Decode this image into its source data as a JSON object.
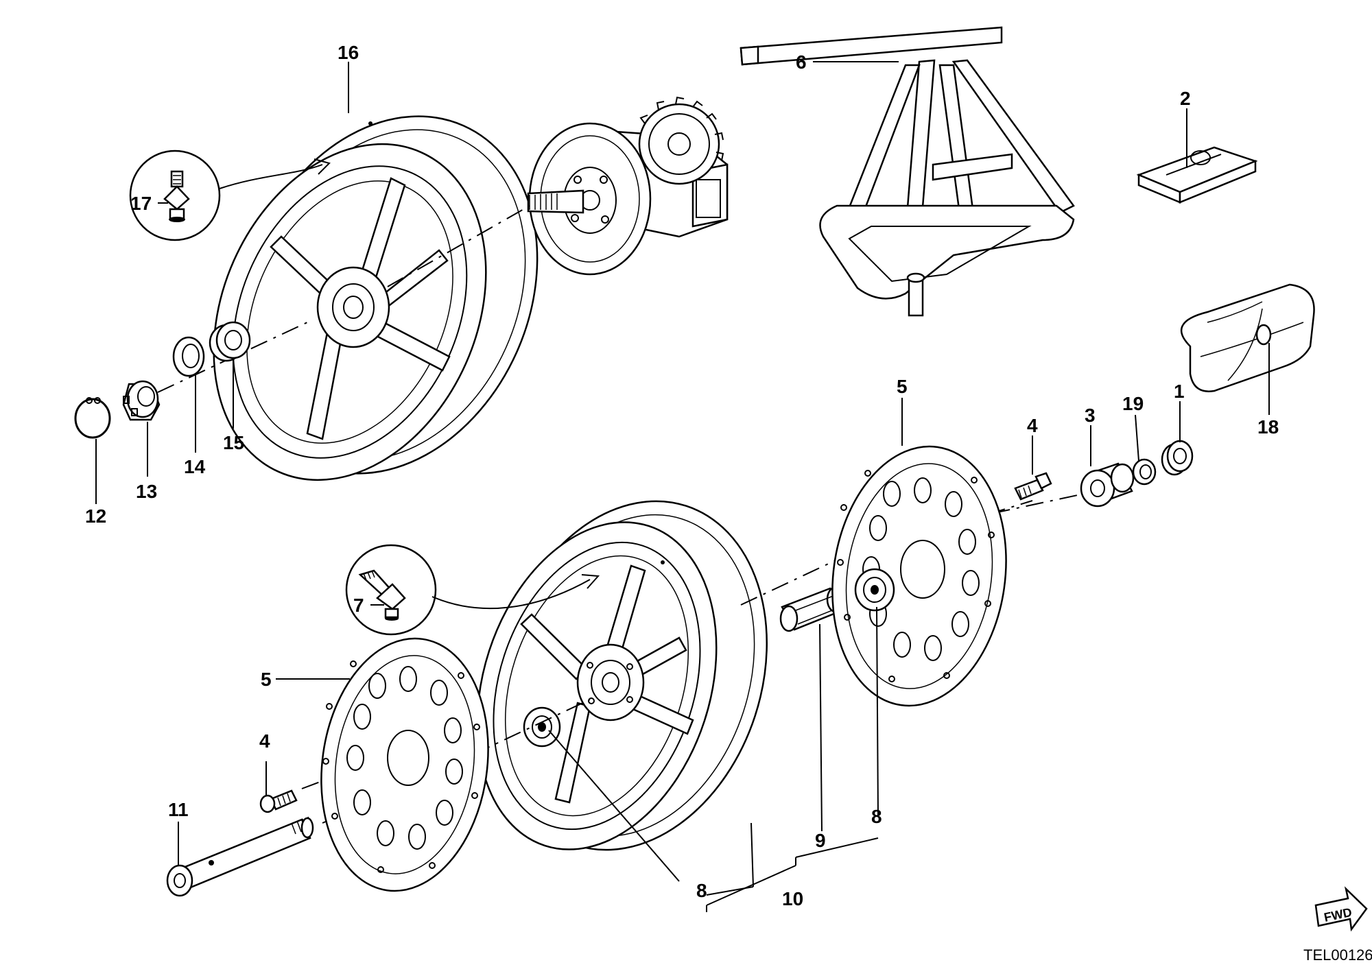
{
  "diagram": {
    "drawing_code": "TEL00126",
    "fwd_label": "FWD",
    "callouts": [
      {
        "id": "c16",
        "text": "16"
      },
      {
        "id": "c6",
        "text": "6"
      },
      {
        "id": "c2",
        "text": "2"
      },
      {
        "id": "c17",
        "text": "17"
      },
      {
        "id": "c18",
        "text": "18"
      },
      {
        "id": "c15",
        "text": "15"
      },
      {
        "id": "c14",
        "text": "14"
      },
      {
        "id": "c13",
        "text": "13"
      },
      {
        "id": "c12",
        "text": "12"
      },
      {
        "id": "c5a",
        "text": "5"
      },
      {
        "id": "c4a",
        "text": "4"
      },
      {
        "id": "c3",
        "text": "3"
      },
      {
        "id": "c19",
        "text": "19"
      },
      {
        "id": "c1",
        "text": "1"
      },
      {
        "id": "c7",
        "text": "7"
      },
      {
        "id": "c5b",
        "text": "5"
      },
      {
        "id": "c4b",
        "text": "4"
      },
      {
        "id": "c11",
        "text": "11"
      },
      {
        "id": "c8a",
        "text": "8"
      },
      {
        "id": "c8b",
        "text": "8"
      },
      {
        "id": "c9",
        "text": "9"
      },
      {
        "id": "c10",
        "text": "10"
      }
    ]
  }
}
